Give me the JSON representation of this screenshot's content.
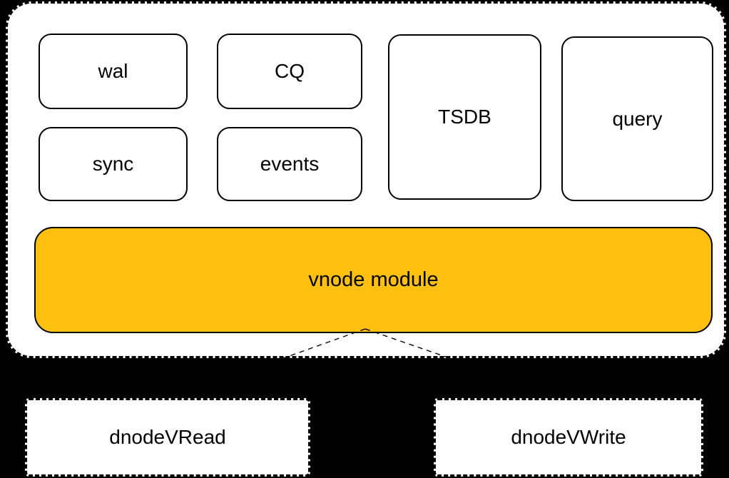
{
  "colors": {
    "background": "#000000",
    "box_fill": "#ffffff",
    "box_border": "#000000",
    "vnode_fill": "#FFC010",
    "text": "#000000"
  },
  "modules": [
    {
      "label": "wal"
    },
    {
      "label": "CQ"
    },
    {
      "label": "sync"
    },
    {
      "label": "events"
    },
    {
      "label": "TSDB"
    },
    {
      "label": "query"
    }
  ],
  "vnode": {
    "label": "vnode module"
  },
  "dnodes": [
    {
      "label": "dnodeVRead"
    },
    {
      "label": "dnodeVWrite"
    }
  ]
}
